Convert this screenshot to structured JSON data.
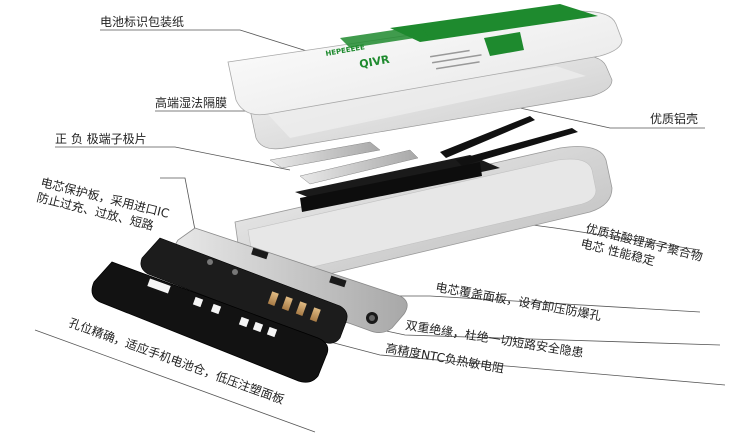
{
  "labels": {
    "label_wrap": "电池标识包装纸",
    "label_separator": "高端湿法隔膜",
    "label_tabs": "正 负 极端子极片",
    "label_pcb_line1": "电芯保护板，采用进口IC",
    "label_pcb_line2": "防止过充、过放、短路",
    "label_shell": "优质铝壳",
    "label_cell_line1": "优质钴酸锂离子聚合物",
    "label_cell_line2": "电芯 性能稳定",
    "label_cover": "电芯覆盖面板，设有卸压防爆孔",
    "label_insulation": "双重绝缘，杜绝一切短路安全隐患",
    "label_ntc": "高精度NTC负热敏电阻",
    "label_holes": "孔位精确，适应手机电池仓，低压注塑面板"
  },
  "wrap_text": {
    "brand": "QIVR",
    "model_text": "HEPEEEEE"
  },
  "colors": {
    "brand_green": "#1e8a2e",
    "shell_silver": "#d8d8d8",
    "plastic_black": "#141414",
    "contact_gold": "#c9a06a"
  }
}
